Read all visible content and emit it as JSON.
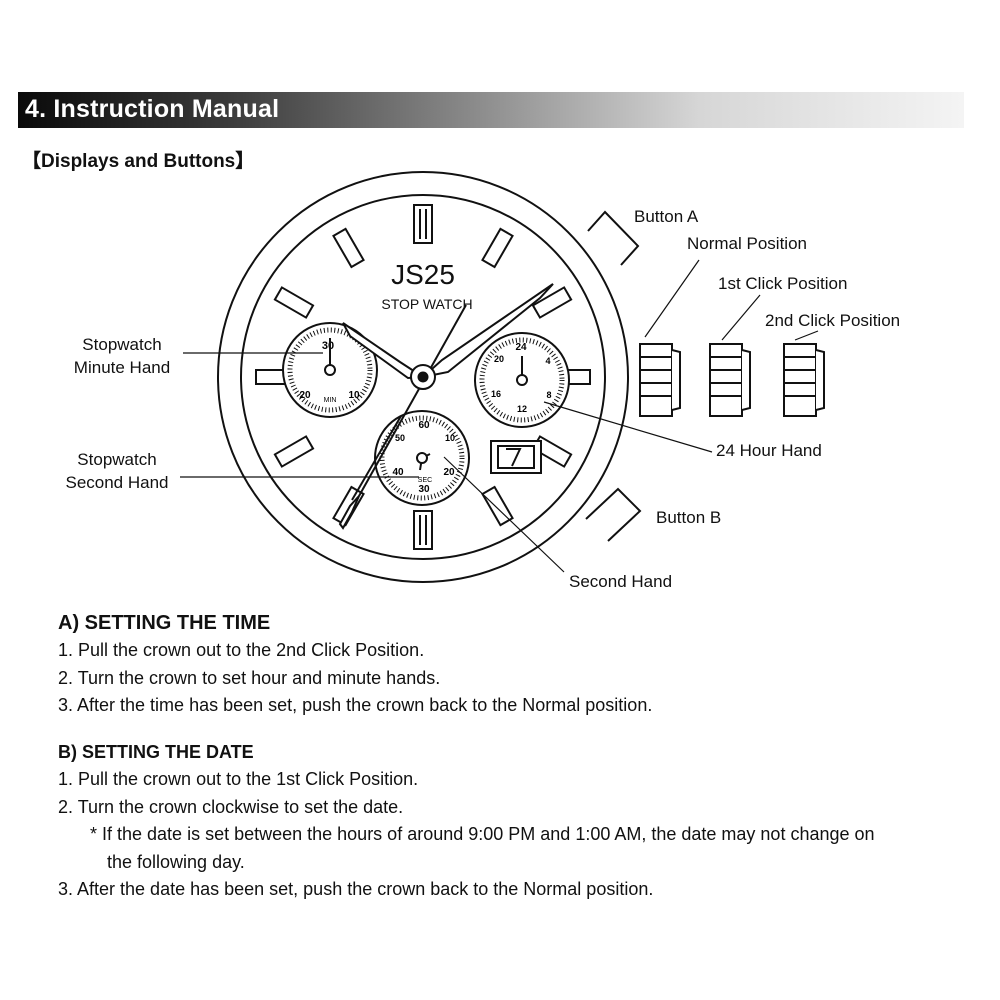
{
  "header": {
    "title": "4.  Instruction Manual"
  },
  "subheading": "【Displays and Buttons】",
  "diagram": {
    "dial_brand": "JS25",
    "dial_text": "STOP WATCH",
    "subdial_left": {
      "top": "30",
      "left": "20",
      "right": "10",
      "label": "MIN"
    },
    "subdial_right": {
      "top": "24",
      "top_left": "20",
      "right": "4",
      "left": "16",
      "low_right": "8",
      "bottom": "12"
    },
    "subdial_bottom": {
      "top": "60",
      "left_top": "50",
      "right_top": "10",
      "left": "40",
      "right": "20",
      "label": "SEC",
      "bottom": "30"
    },
    "labels": {
      "button_a": "Button A",
      "normal_position": "Normal Position",
      "first_click": "1st Click Position",
      "second_click": "2nd Click Position",
      "stopwatch_minute_1": "Stopwatch",
      "stopwatch_minute_2": "Minute Hand",
      "stopwatch_second_1": "Stopwatch",
      "stopwatch_second_2": "Second Hand",
      "hour_24": "24 Hour Hand",
      "button_b": "Button B",
      "second_hand": "Second Hand"
    }
  },
  "section_a": {
    "title": "A) SETTING THE TIME",
    "steps": [
      "1. Pull the crown out to the 2nd Click Position.",
      "2. Turn the crown to set hour and minute hands.",
      "3. After the time has been set, push the crown back to the Normal position."
    ]
  },
  "section_b": {
    "title": "B) SETTING THE DATE",
    "steps": [
      "1. Pull the crown out to the 1st Click Position.",
      "2. Turn the crown clockwise to set the date."
    ],
    "note_line1": "* If the date is set between the hours of around 9:00 PM and 1:00 AM, the date may not change on",
    "note_line2": "the following day.",
    "step3": "3. After the date has been set, push the crown back to the Normal position."
  }
}
